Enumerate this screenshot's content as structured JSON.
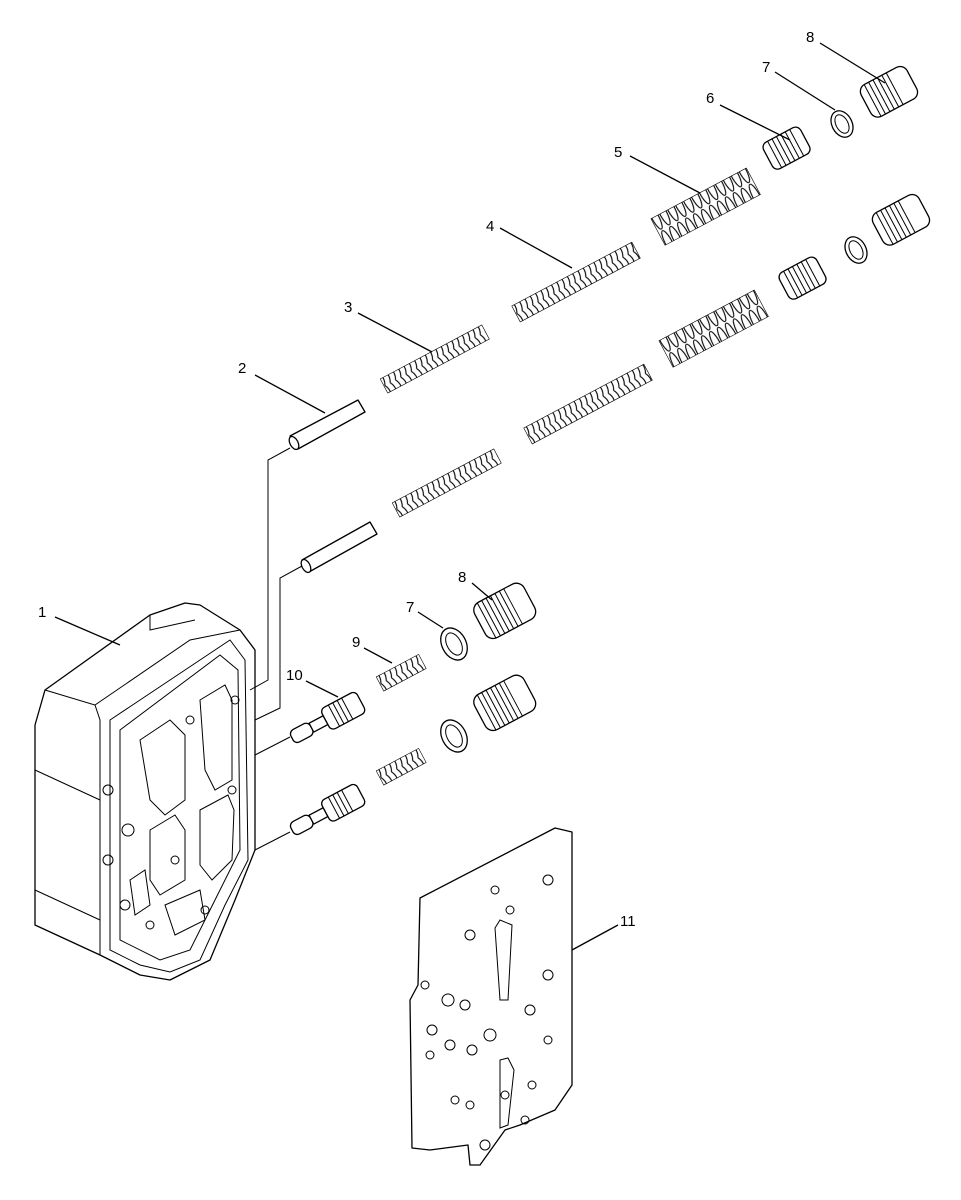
{
  "diagram": {
    "callouts": [
      {
        "id": "c1",
        "text": "1"
      },
      {
        "id": "c2",
        "text": "2"
      },
      {
        "id": "c3",
        "text": "3"
      },
      {
        "id": "c4",
        "text": "4"
      },
      {
        "id": "c5",
        "text": "5"
      },
      {
        "id": "c6",
        "text": "6"
      },
      {
        "id": "c7a",
        "text": "7"
      },
      {
        "id": "c8a",
        "text": "8"
      },
      {
        "id": "c8b",
        "text": "8"
      },
      {
        "id": "c7b",
        "text": "7"
      },
      {
        "id": "c9",
        "text": "9"
      },
      {
        "id": "c10",
        "text": "10"
      },
      {
        "id": "c11",
        "text": "11"
      }
    ]
  }
}
